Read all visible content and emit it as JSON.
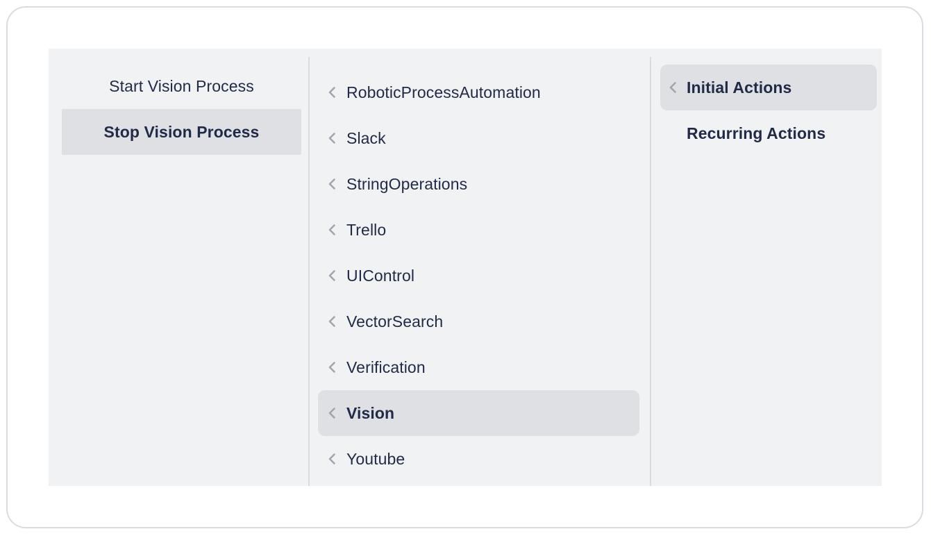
{
  "colors": {
    "page_background": "#ffffff",
    "card_border": "#d9dce2",
    "panel_background": "#f1f2f4",
    "selected_item_background": "#dee0e4",
    "item_text": "#212b47",
    "chevron_icon": "#a1a5ae",
    "column_divider": "#d9dbe0"
  },
  "panels": [
    {
      "id": "process-actions",
      "items": [
        {
          "label": "Start Vision Process",
          "selected": false,
          "chevron": false
        },
        {
          "label": "Stop Vision Process",
          "selected": true,
          "chevron": false
        }
      ]
    },
    {
      "id": "categories",
      "items": [
        {
          "label": "RoboticProcessAutomation",
          "selected": false,
          "chevron": true
        },
        {
          "label": "Slack",
          "selected": false,
          "chevron": true
        },
        {
          "label": "StringOperations",
          "selected": false,
          "chevron": true
        },
        {
          "label": "Trello",
          "selected": false,
          "chevron": true
        },
        {
          "label": "UIControl",
          "selected": false,
          "chevron": true
        },
        {
          "label": "VectorSearch",
          "selected": false,
          "chevron": true
        },
        {
          "label": "Verification",
          "selected": false,
          "chevron": true
        },
        {
          "label": "Vision",
          "selected": true,
          "chevron": true
        },
        {
          "label": "Youtube",
          "selected": false,
          "chevron": true
        }
      ]
    },
    {
      "id": "action-groups",
      "items": [
        {
          "label": "Initial Actions",
          "selected": true,
          "chevron": true
        },
        {
          "label": "Recurring Actions",
          "selected": false,
          "chevron": false
        }
      ]
    }
  ]
}
